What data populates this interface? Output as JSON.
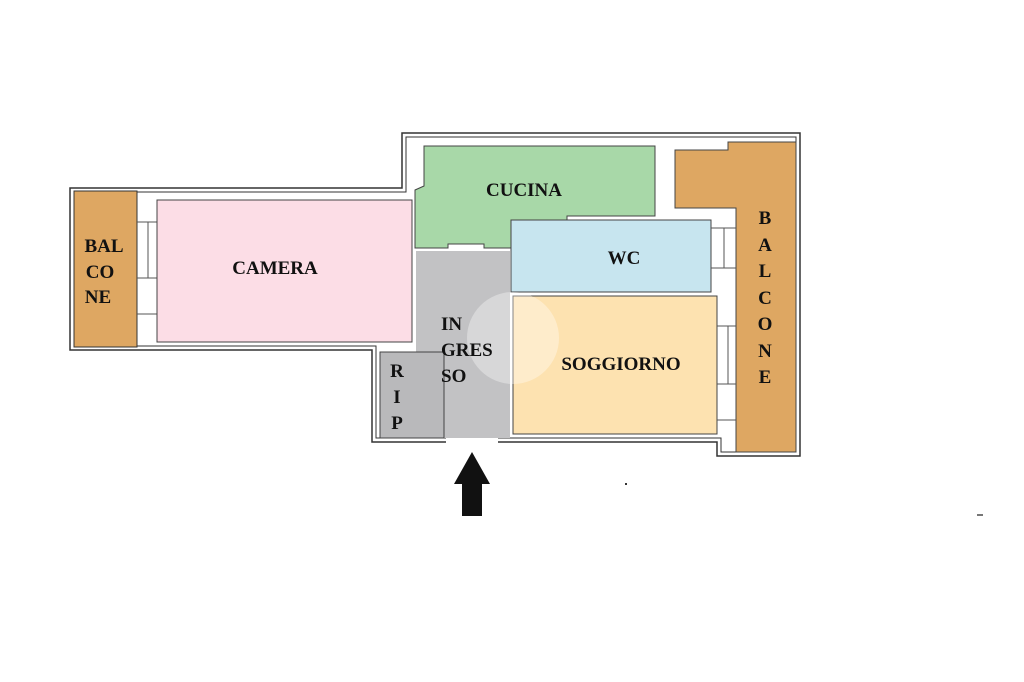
{
  "colors": {
    "balcony": "#dea762",
    "camera": "#fcdde6",
    "cucina": "#a8d8a8",
    "wc": "#c7e5ef",
    "soggiorno": "#fde2b0",
    "ingresso": "#c2c2c4",
    "ripostiglio": "#b9b9bb",
    "wall": "#333333",
    "arrow": "#111111"
  },
  "rooms": {
    "balcone_left": {
      "lines": [
        "BAL",
        "CO",
        "NE"
      ]
    },
    "camera": {
      "label": "CAMERA"
    },
    "cucina": {
      "label": "CUCINA"
    },
    "wc": {
      "label": "WC"
    },
    "ingresso": {
      "lines": [
        "IN",
        "GRES",
        "SO"
      ]
    },
    "ripostiglio": {
      "letters": [
        "R",
        "I",
        "P"
      ]
    },
    "soggiorno": {
      "label": "SOGGIORNO"
    },
    "balcone_right": {
      "letters": [
        "B",
        "A",
        "L",
        "C",
        "O",
        "N",
        "E"
      ]
    }
  },
  "icons": {
    "entrance": "arrow-up-icon"
  }
}
